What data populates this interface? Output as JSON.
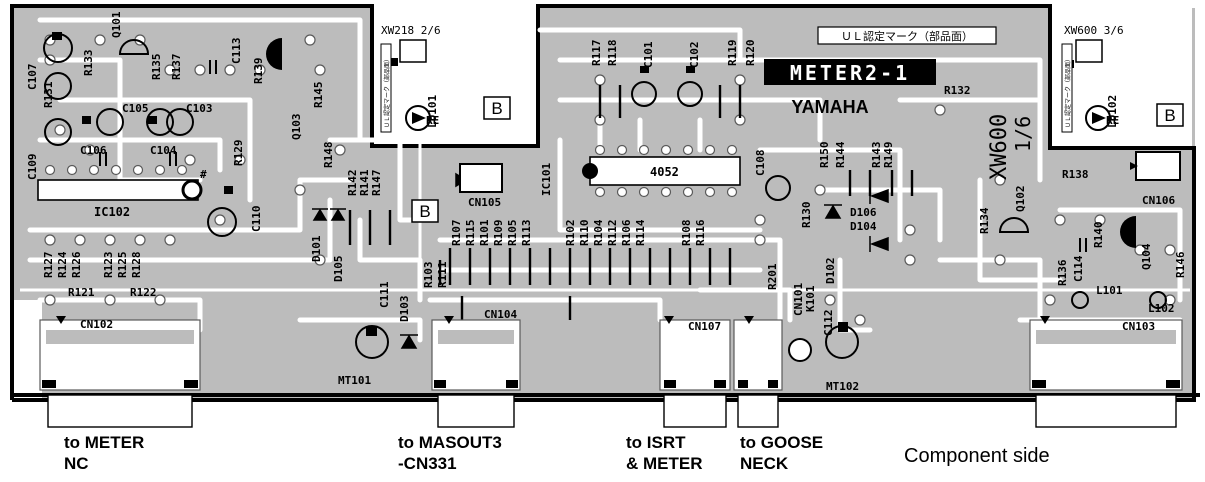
{
  "board_name": "METER2-1",
  "brand": "YAMAHA",
  "ul_mark": "ＵＬ認定マーク（部品面）",
  "side_label": "Component side",
  "board_id": "XW600",
  "board_fraction": "1/6",
  "connector_tags": [
    {
      "name": "XW218",
      "sheet": "2/6"
    },
    {
      "name": "XW600",
      "sheet": "3/6"
    }
  ],
  "ul_small": "ＵＬ認定マーク（部品面）",
  "box_labels": [
    "B",
    "B",
    "B"
  ],
  "ic_labels": [
    "IC101",
    "4052",
    "IC102"
  ],
  "components": [
    "R133",
    "Q101",
    "R135",
    "R137",
    "C113",
    "R139",
    "C107",
    "R131",
    "C105",
    "C103",
    "C109",
    "C106",
    "C104",
    "R129",
    "Q103",
    "R145",
    "R148",
    "R142",
    "R141",
    "R147",
    "C110",
    "#",
    "D101",
    "D105",
    "D103",
    "C111",
    "MT101",
    "R127",
    "R124",
    "R126",
    "R123",
    "R125",
    "R128",
    "R121",
    "R122",
    "CN102",
    "CN104",
    "CN105",
    "CN103",
    "CN106",
    "CN107",
    "CN101",
    "K101",
    "C112",
    "MT102",
    "R117",
    "R118",
    "C101",
    "C102",
    "R119",
    "R120",
    "R132",
    "R107",
    "R115",
    "R101",
    "R109",
    "R105",
    "R113",
    "R102",
    "R110",
    "R104",
    "R112",
    "R106",
    "R114",
    "R108",
    "R116",
    "R103",
    "R111",
    "R201",
    "R130",
    "D106",
    "D104",
    "D102",
    "R150",
    "R144",
    "R143",
    "R149",
    "C108",
    "R138",
    "Q102",
    "R134",
    "C114",
    "R140",
    "Q104",
    "R136",
    "L101",
    "L102",
    "R146",
    "LD101",
    "LD102",
    "RE",
    "RE"
  ],
  "connector_captions": [
    {
      "line1": "to METER",
      "line2": "NC"
    },
    {
      "line1": "to MASOUT3",
      "line2": "-CN331"
    },
    {
      "line1": "to ISRT",
      "line2": "& METER"
    },
    {
      "line1": "to GOOSE",
      "line2": "NECK"
    }
  ]
}
